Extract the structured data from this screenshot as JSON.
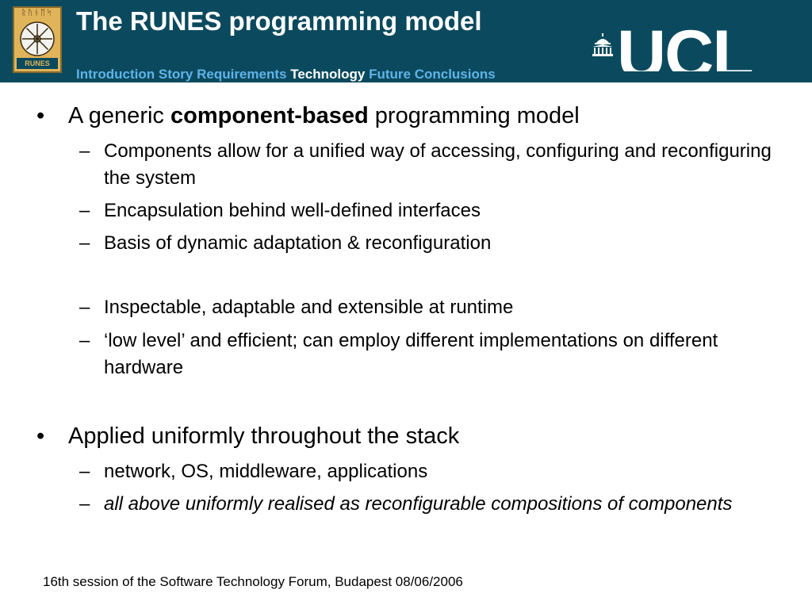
{
  "header": {
    "title": "The RUNES programming model",
    "logo_label": "RUNES",
    "logo_runes": "ᚱᚢᚾᛖᛋ",
    "brand": "UCL",
    "nav": [
      {
        "label": "Introduction",
        "active": false
      },
      {
        "label": "Story",
        "active": false
      },
      {
        "label": "Requirements",
        "active": false
      },
      {
        "label": "Technology",
        "active": true
      },
      {
        "label": "Future",
        "active": false
      },
      {
        "label": "Conclusions",
        "active": false
      }
    ]
  },
  "bullets": {
    "b1": {
      "marker": "•",
      "pre": "A generic ",
      "bold": "component-based",
      "post": " programming model",
      "subs": [
        {
          "marker": "–",
          "text": "Components allow for a unified way of accessing, configuring and reconfiguring the system"
        },
        {
          "marker": "–",
          "text": "Encapsulation behind well-defined interfaces"
        },
        {
          "marker": "–",
          "text": "Basis of dynamic adaptation & reconfiguration"
        },
        {
          "marker": "–",
          "text": "Inspectable, adaptable and extensible at runtime"
        },
        {
          "marker": "–",
          "text": "‘low level’ and efficient; can employ different implementations on different hardware"
        }
      ]
    },
    "b2": {
      "marker": "•",
      "text": "Applied uniformly throughout the stack",
      "subs": [
        {
          "marker": "–",
          "text": "network, OS, middleware, applications"
        },
        {
          "marker": "–",
          "text": "all above uniformly realised as reconfigurable compositions of components"
        }
      ]
    }
  },
  "footer": {
    "text": "16th session of the Software Technology Forum, Budapest 08/06/2006"
  },
  "colors": {
    "header_bg": "#0b4a5e",
    "nav_link": "#5fb3e8",
    "nav_active": "#ffffff",
    "logo_gold": "#e0b45a"
  }
}
